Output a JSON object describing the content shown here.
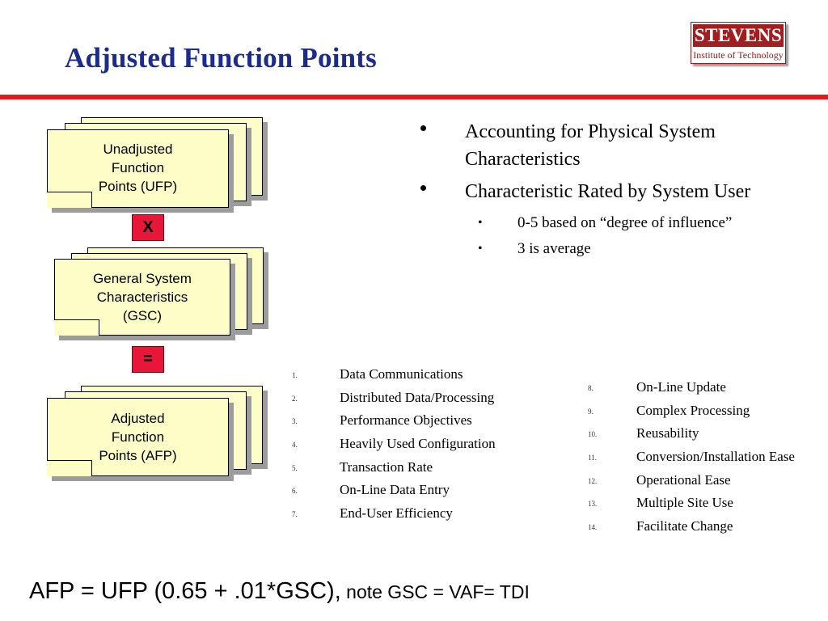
{
  "title": "Adjusted Function Points",
  "logo": {
    "name": "STEVENS",
    "subtitle": "Institute of Technology"
  },
  "flow": {
    "ufp_lines": [
      "Unadjusted",
      "Function",
      "Points (UFP)"
    ],
    "op1": "X",
    "gsc_lines": [
      "General System",
      "Characteristics",
      "(GSC)"
    ],
    "op2": "=",
    "afp_lines": [
      "Adjusted",
      "Function",
      "Points (AFP)"
    ]
  },
  "bullets": [
    {
      "text": "Accounting for Physical System Characteristics"
    },
    {
      "text": "Characteristic Rated by System User"
    }
  ],
  "sub_bullets": [
    "0-5 based on “degree of influence”",
    "3 is average"
  ],
  "characteristics_left": [
    {
      "num": "1.",
      "text": "Data Communications"
    },
    {
      "num": "2.",
      "text": "Distributed Data/Processing"
    },
    {
      "num": "3.",
      "text": "Performance Objectives"
    },
    {
      "num": "4.",
      "text": "Heavily Used Configuration"
    },
    {
      "num": "5.",
      "text": "Transaction Rate"
    },
    {
      "num": "6.",
      "text": "On-Line Data Entry"
    },
    {
      "num": "7.",
      "text": "End-User Efficiency"
    }
  ],
  "characteristics_right": [
    {
      "num": "8.",
      "text": "On-Line Update"
    },
    {
      "num": "9.",
      "text": "Complex Processing"
    },
    {
      "num": "10.",
      "text": "Reusability"
    },
    {
      "num": "11.",
      "text": "Conversion/Installation Ease"
    },
    {
      "num": "12.",
      "text": "Operational Ease"
    },
    {
      "num": "13.",
      "text": "Multiple Site Use"
    },
    {
      "num": "14.",
      "text": "Facilitate Change"
    }
  ],
  "formula": {
    "main": "AFP  =  UFP (0.65 + .01*GSC),",
    "note": " note GSC = VAF= TDI"
  },
  "colors": {
    "title": "#1c2c8c",
    "rule": "#e01b1b",
    "doc_fill": "#fdfdc7",
    "operator_fill": "#e8173a",
    "logo": "#a31f1f"
  }
}
